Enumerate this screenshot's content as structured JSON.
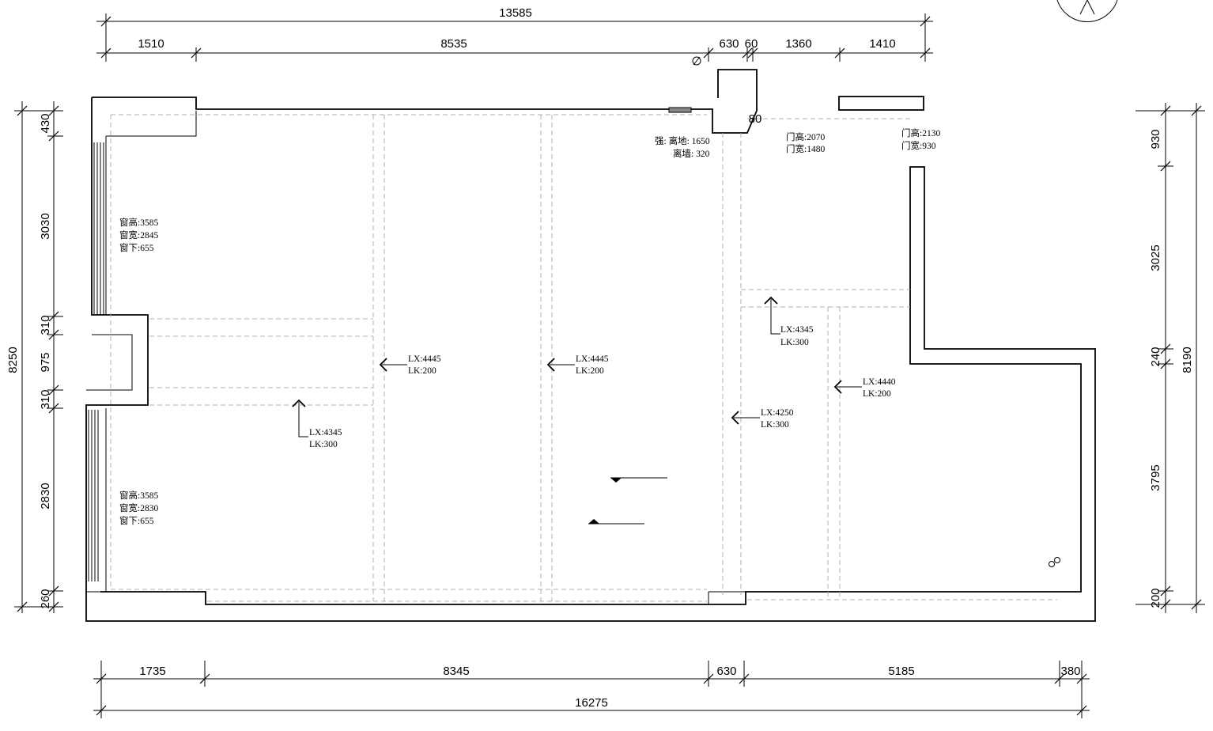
{
  "dimensions": {
    "top_total": "13585",
    "top": [
      "1510",
      "8535",
      "630",
      "60",
      "1360",
      "1410"
    ],
    "bottom": [
      "1735",
      "8345",
      "630",
      "5185",
      "380"
    ],
    "bottom_total": "16275",
    "left_total": "8250",
    "left": [
      "430",
      "3030",
      "310",
      "975",
      "310",
      "2830",
      "260"
    ],
    "right_total": "8190",
    "right": [
      "930",
      "3025",
      "240",
      "3795",
      "200"
    ],
    "notch": "80"
  },
  "window_labels": [
    {
      "height": "窗高:3585",
      "width": "窗宽:2845",
      "sill": "窗下:655"
    },
    {
      "height": "窗高:3585",
      "width": "窗宽:2830",
      "sill": "窗下:655"
    }
  ],
  "electric_box": {
    "line1": "强: 离地: 1650",
    "line2": "离墙: 320"
  },
  "door_labels": [
    {
      "height": "门高:2070",
      "width": "门宽:1480"
    },
    {
      "height": "门高:2130",
      "width": "门宽:930"
    }
  ],
  "beam_labels": [
    {
      "lx": "LX:4345",
      "lk": "LK:300"
    },
    {
      "lx": "LX:4445",
      "lk": "LK:200"
    },
    {
      "lx": "LX:4445",
      "lk": "LK:200"
    },
    {
      "lx": "LX:4345",
      "lk": "LK:300"
    },
    {
      "lx": "LX:4250",
      "lk": "LK:300"
    },
    {
      "lx": "LX:4440",
      "lk": "LK:200"
    }
  ]
}
